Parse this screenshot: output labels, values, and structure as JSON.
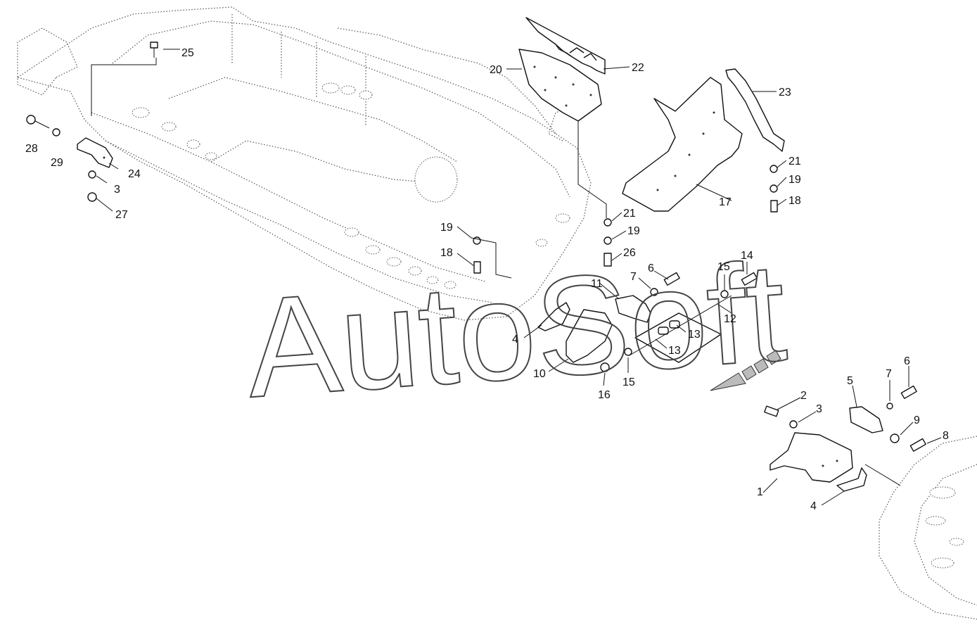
{
  "diagram": {
    "watermark": "AutoSoft",
    "callouts": {
      "c25": "25",
      "c22": "22",
      "c20": "20",
      "c23": "23",
      "c28": "28",
      "c29": "29",
      "c24": "24",
      "c3a": "3",
      "c27": "27",
      "c21a": "21",
      "c19a": "19",
      "c18a": "18",
      "c17": "17",
      "c21b": "21",
      "c19b": "19",
      "c26": "26",
      "c19c": "19",
      "c18c": "18",
      "c6a": "6",
      "c7a": "7",
      "c11": "11",
      "c15a": "15",
      "c14": "14",
      "c12": "12",
      "c13a": "13",
      "c13b": "13",
      "c4a": "4",
      "c10": "10",
      "c16": "16",
      "c15b": "15",
      "c5": "5",
      "c7b": "7",
      "c6b": "6",
      "c2": "2",
      "c3b": "3",
      "c9": "9",
      "c8": "8",
      "c1": "1",
      "c4b": "4"
    }
  }
}
